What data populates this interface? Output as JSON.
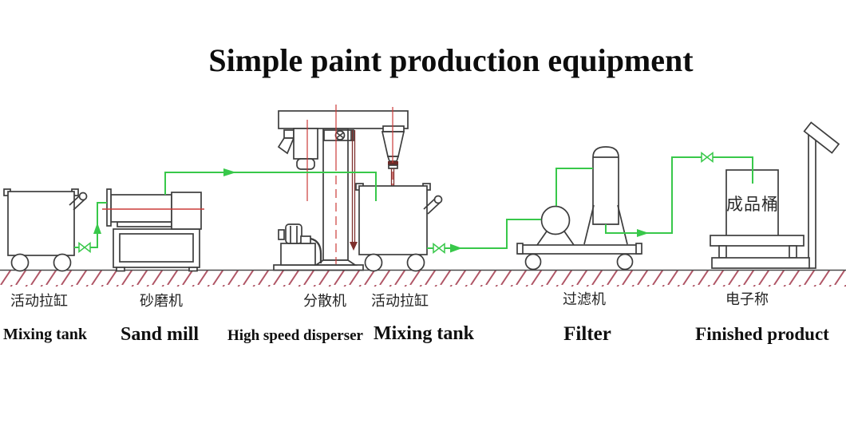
{
  "title": "Simple paint production equipment",
  "equipment": [
    {
      "id": "mixing-tank-1",
      "label_cn": "活动拉缸",
      "label_en": "Mixing tank"
    },
    {
      "id": "sand-mill",
      "label_cn": "砂磨机",
      "label_en": "Sand mill"
    },
    {
      "id": "high-speed-disperser",
      "label_cn": "分散机",
      "label_en": "High speed disperser"
    },
    {
      "id": "mixing-tank-2",
      "label_cn": "活动拉缸",
      "label_en": "Mixing tank"
    },
    {
      "id": "filter",
      "label_cn": "过滤机",
      "label_en": "Filter"
    },
    {
      "id": "electronic-scale",
      "label_cn": "电子称",
      "label_en": "Finished product"
    }
  ],
  "barrel_label": "成品桶",
  "flow": {
    "direction": "left-to-right",
    "sequence": [
      "mixing-tank-1",
      "sand-mill",
      "mixing-tank-2 (under high speed disperser)",
      "filter",
      "finished-product-barrel on electronic scale"
    ],
    "valve_count": 3,
    "arrow_count": 4
  },
  "colors": {
    "background": "#ffffff",
    "equipment_outline": "#3d3d3d",
    "flow_line_green": "#38c84a",
    "centerline_red": "#cc3b38",
    "shaft_dark_red": "#7e2f2c",
    "ground_hatch": "#b05666",
    "ground_line": "#4a4a4a",
    "title_text": "#0d0d0d"
  }
}
